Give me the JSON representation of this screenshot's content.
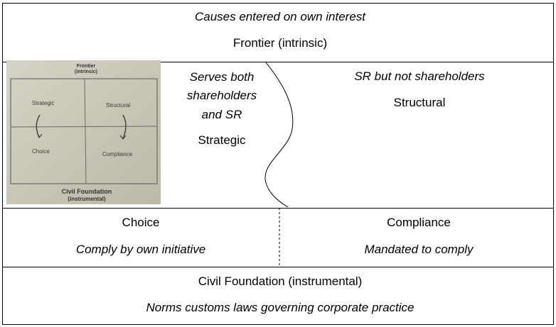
{
  "top": {
    "line1": "Causes entered on own interest",
    "line2": "Frontier (intrinsic)"
  },
  "middle": {
    "left_quadrant": {
      "line1": "Serves both",
      "line2": "shareholders",
      "line3": "and SR",
      "name": "Strategic"
    },
    "right_quadrant": {
      "line1": "SR but not shareholders",
      "name": "Structural"
    }
  },
  "thumbnail": {
    "top_title_1": "Frontier",
    "top_title_2": "(intrinsic)",
    "q_strategic": "Strategic",
    "q_structural": "Structural",
    "q_choice": "Choice",
    "q_compliance": "Compliance",
    "bottom_title_1": "Civil Foundation",
    "bottom_title_2": "(instrumental)"
  },
  "lower": {
    "left": {
      "name": "Choice",
      "desc": "Comply by own initiative"
    },
    "right": {
      "name": "Compliance",
      "desc": "Mandated to comply"
    }
  },
  "bottom": {
    "line1": "Civil Foundation (instrumental)",
    "line2": "Norms customs laws governing corporate practice"
  }
}
